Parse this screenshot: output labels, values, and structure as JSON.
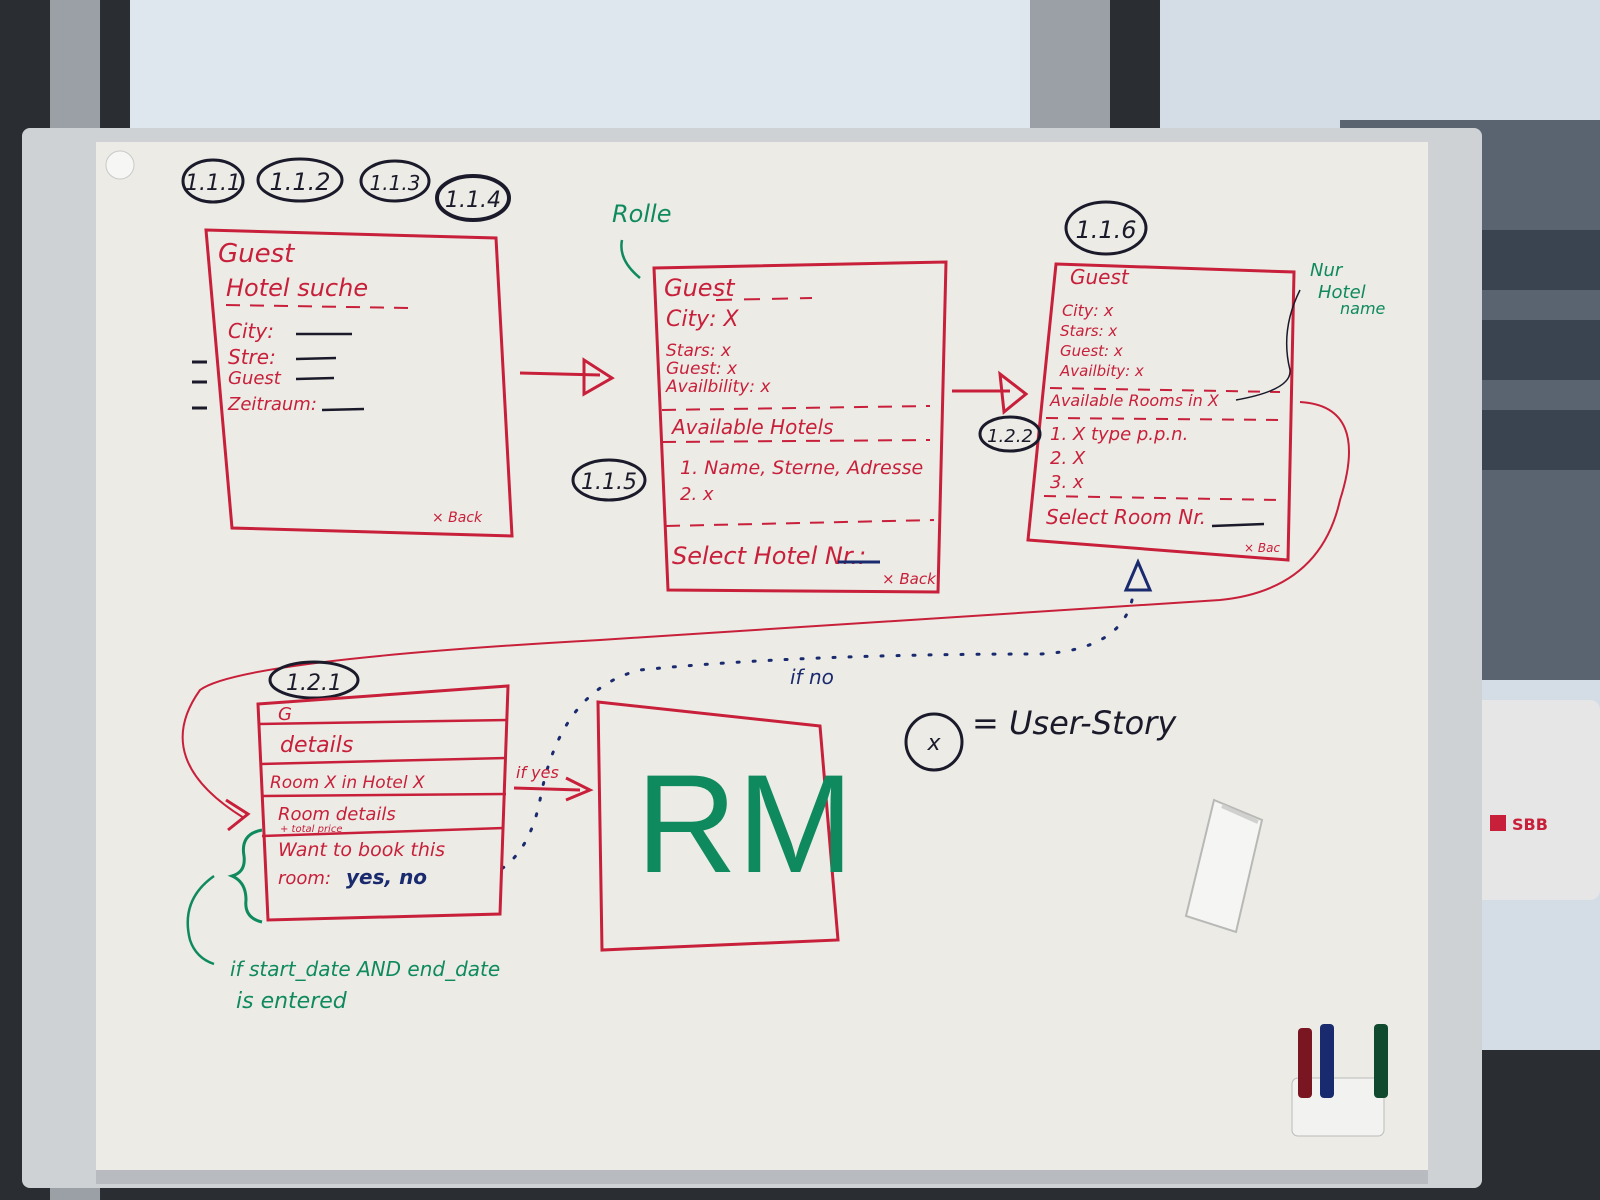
{
  "story_ids": {
    "a": "1.1.1",
    "b": "1.1.2",
    "c": "1.1.3",
    "d": "1.1.4",
    "e": "1.1.5",
    "f": "1.1.6",
    "g": "1.2.1",
    "h": "1.2.2"
  },
  "note_rolle": "Rolle",
  "note_hotel_name": [
    "Nur",
    "Hotel",
    "name"
  ],
  "screen_search": {
    "title": "Guest",
    "subtitle": "Hotel suche",
    "fields": [
      "City:",
      "Stre:",
      "Guest",
      "Zeitraum:"
    ],
    "back": "× Back"
  },
  "screen_hotels": {
    "title": "Guest",
    "lines": [
      "City: X",
      "Stars: x",
      "Guest: x",
      "Availbility: x"
    ],
    "section": "Available Hotels",
    "items": [
      "1. Name, Sterne, Adresse",
      "2. x"
    ],
    "select": "Select Hotel Nr.:",
    "back": "× Back"
  },
  "screen_rooms": {
    "title": "Guest",
    "lines": [
      "City: x",
      "Stars: x",
      "Guest: x",
      "Availbity: x"
    ],
    "section": "Available Rooms in X",
    "items": [
      "1. X type p.p.n.",
      "2. X",
      "3. x"
    ],
    "select": "Select Room Nr.",
    "back": "× Bac"
  },
  "screen_details": {
    "rows": [
      "G",
      "details",
      "Room X in Hotel X",
      "Room details",
      "+ total price",
      "Want to book this",
      "room:"
    ],
    "answer": "yes, no"
  },
  "rm_box": "RM",
  "if_yes": "if yes",
  "if_no": "if no",
  "legend": {
    "symbol": "x",
    "text": "= User-Story"
  },
  "condition_note": [
    "if start_date AND end_date",
    "is entered"
  ],
  "colors": {
    "red_marker": "#c8203a",
    "green_marker": "#0f8a5e",
    "black_marker": "#1a1a2a",
    "blue_marker": "#1a2a6e",
    "board": "#ecebe6"
  }
}
